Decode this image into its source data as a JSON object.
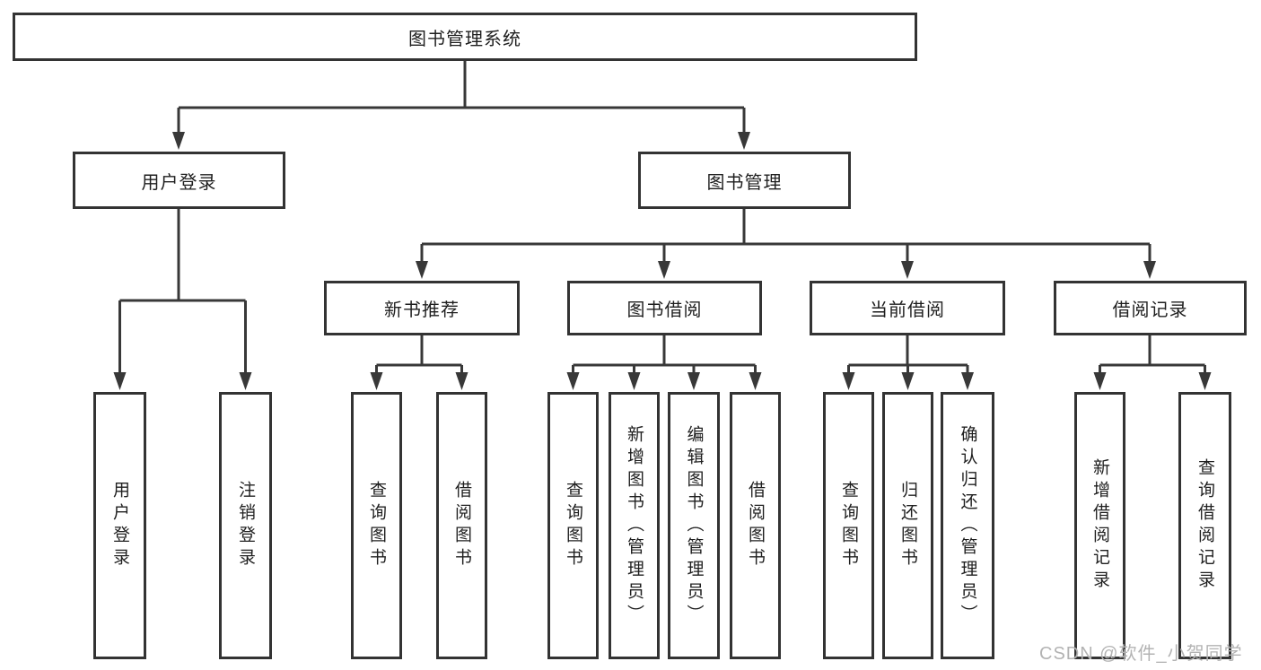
{
  "tree": {
    "label": "图书管理系统",
    "children": [
      {
        "label": "用户登录",
        "children": [
          {
            "label": "用户登录"
          },
          {
            "label": "注销登录"
          }
        ]
      },
      {
        "label": "图书管理",
        "children": [
          {
            "label": "新书推荐",
            "children": [
              {
                "label": "查询图书"
              },
              {
                "label": "借阅图书"
              }
            ]
          },
          {
            "label": "图书借阅",
            "children": [
              {
                "label": "查询图书"
              },
              {
                "label": "新增图书（管理员）"
              },
              {
                "label": "编辑图书（管理员）"
              },
              {
                "label": "借阅图书"
              }
            ]
          },
          {
            "label": "当前借阅",
            "children": [
              {
                "label": "查询图书"
              },
              {
                "label": "归还图书"
              },
              {
                "label": "确认归还（管理员）"
              }
            ]
          },
          {
            "label": "借阅记录",
            "children": [
              {
                "label": "新增借阅记录"
              },
              {
                "label": "查询借阅记录"
              }
            ]
          }
        ]
      }
    ]
  },
  "watermark": "CSDN @软件_小贺同学",
  "colors": {
    "line": "#383838",
    "box_border": "#333333",
    "text": "#1f1f1f",
    "background": "#ffffff",
    "watermark": "#b3b3b3"
  }
}
